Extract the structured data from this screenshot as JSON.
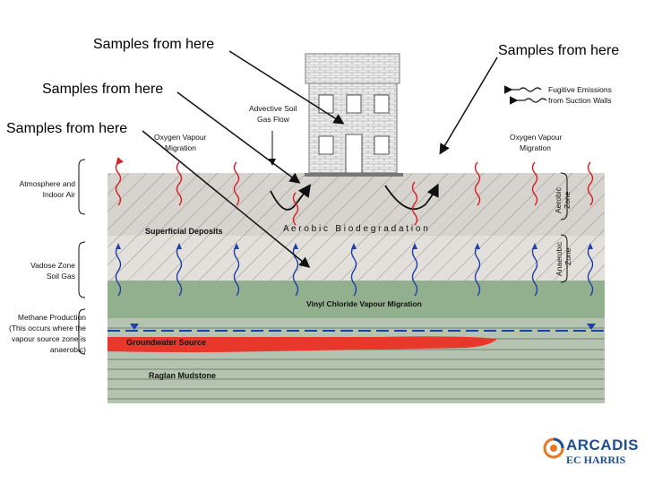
{
  "captions": [
    "Samples from here",
    "Samples from here",
    "Samples from here",
    "Samples from here"
  ],
  "labels": {
    "advective": [
      "Advective Soil",
      "Gas Flow"
    ],
    "oxygen_left": [
      "Oxygen Vapour",
      "Migration"
    ],
    "oxygen_right": [
      "Oxygen Vapour",
      "Migration"
    ],
    "legend_fugitive": "Fugitive Emissions",
    "legend_suction": "from Suction Walls",
    "atmosphere": [
      "Atmosphere and",
      "Indoor Air"
    ],
    "vadose": [
      "Vadose Zone",
      "Soil Gas"
    ],
    "methane": [
      "Methane Production",
      "(This occurs where the",
      "vapour source zone is",
      "anaerobic)"
    ],
    "superficial": "Superficial Deposits",
    "aerobic_biodeg": "A e r o b i c   B i o d e g r a d a t i o n",
    "vinyl": "Vinyl Chloride Vapour Migration",
    "groundwater": "Groundwater Source",
    "raglan": "Raglan Mudstone",
    "aerobic_zone": [
      "Aerobic",
      "Zone"
    ],
    "anaerobic_zone": [
      "Anaerobic",
      "Zone"
    ]
  },
  "logo": {
    "word": "ARCADIS",
    "sub": "EC HARRIS",
    "brand_color": "#1f4f8f",
    "accent_color": "#e87722"
  },
  "colors": {
    "aerobic_layer": "#d7d3ce",
    "superficial_layer": "#e3e0dc",
    "green_layer": "#93b08e",
    "mudstone_layer": "#b4c4b0",
    "groundwater": "#e8372b",
    "water_table": "#1f3fa8",
    "red_arrow": "#d42020",
    "blue_arrow": "#1f3fa8"
  }
}
